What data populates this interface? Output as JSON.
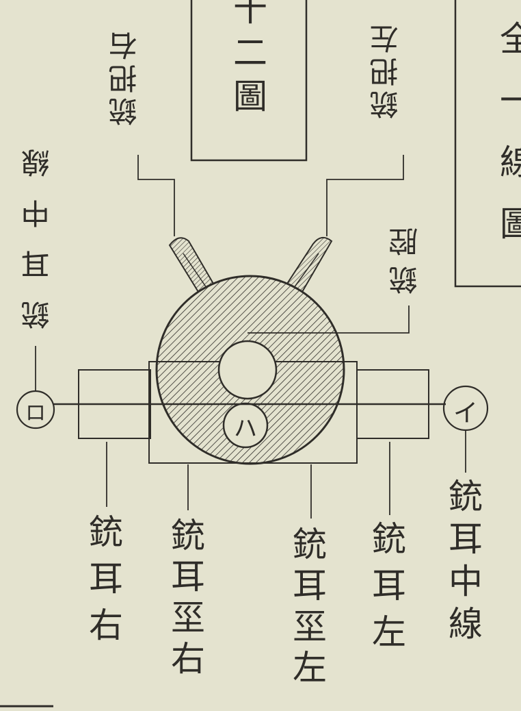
{
  "figure": {
    "title": "十二圖",
    "side_title": "全一線圖"
  },
  "labels": {
    "handle_left": "銃把右",
    "handle_right": "銃把左",
    "trunnion_axis_left": "銃耳中線",
    "trunnion_axis_right": "銃耳中線",
    "bore": "銃腔",
    "trunnion_right": "銃耳右",
    "trunnion_base_right": "銃耳坙右",
    "trunnion_base_left": "銃耳坙左",
    "trunnion_left": "銃耳左"
  },
  "markers": {
    "ro": "ロ",
    "i": "イ",
    "ha": "ハ"
  },
  "colors": {
    "paper": "#e4e3cf",
    "ink": "#2f2d29"
  }
}
